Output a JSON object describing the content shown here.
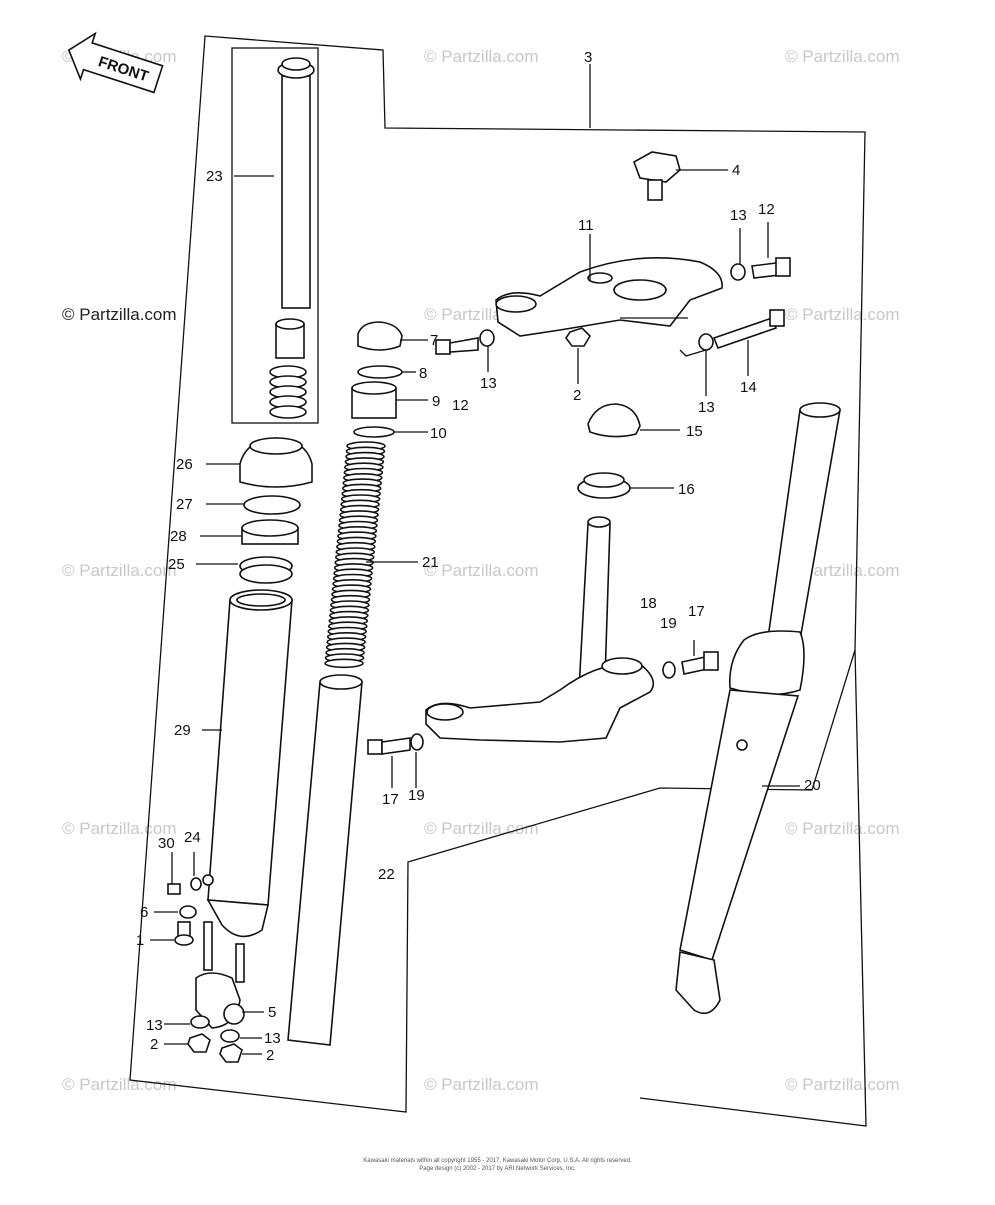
{
  "watermark": {
    "text": "© Partzilla.com",
    "main_text": "© Partzilla.com"
  },
  "arrow_label": "FRONT",
  "labels": {
    "l1": "1",
    "l2a": "2",
    "l2b": "2",
    "l2c": "2",
    "l3": "3",
    "l4": "4",
    "l5": "5",
    "l6": "6",
    "l7": "7",
    "l8": "8",
    "l9": "9",
    "l10": "10",
    "l11": "11",
    "l12a": "12",
    "l12b": "12",
    "l13a": "13",
    "l13b": "13",
    "l13c": "13",
    "l13d": "13",
    "l13e": "13",
    "l14": "14",
    "l15": "15",
    "l16": "16",
    "l17a": "17",
    "l17b": "17",
    "l18": "18",
    "l19a": "19",
    "l19b": "19",
    "l20": "20",
    "l21": "21",
    "l22": "22",
    "l23": "23",
    "l24": "24",
    "l25": "25",
    "l26": "26",
    "l27": "27",
    "l28": "28",
    "l29": "29",
    "l30": "30"
  },
  "footer": {
    "line1": "Kawasaki materials within all copyright 1955 - 2017, Kawasaki Motor Corp, U.S.A. All rights reserved.",
    "line2": "Page design (c) 2002 - 2017 by ARI Network Services, Inc."
  },
  "colors": {
    "line": "#111111",
    "watermark": "#c8c8c8"
  }
}
